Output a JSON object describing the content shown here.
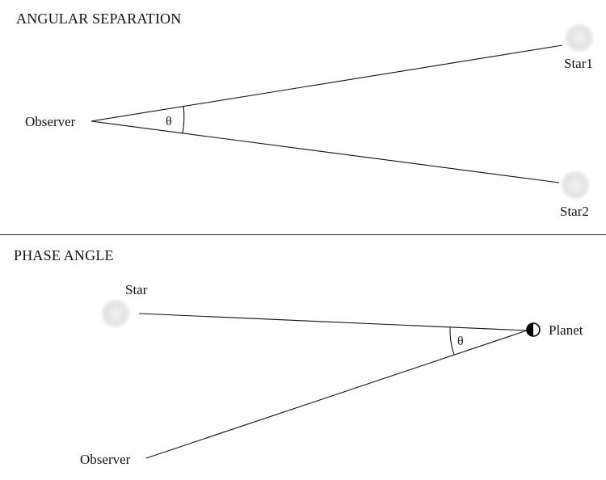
{
  "angular_separation": {
    "heading": "ANGULAR SEPARATION",
    "observer_label": "Observer",
    "star1_label": "Star1",
    "star2_label": "Star2",
    "angle_label": "θ"
  },
  "phase_angle": {
    "heading": "PHASE ANGLE",
    "star_label": "Star",
    "planet_label": "Planet",
    "observer_label": "Observer",
    "angle_label": "θ"
  },
  "colors": {
    "star_fill": "#e8e8e8",
    "line": "#111111",
    "planet_dark": "#000000",
    "planet_light": "#ffffff"
  }
}
